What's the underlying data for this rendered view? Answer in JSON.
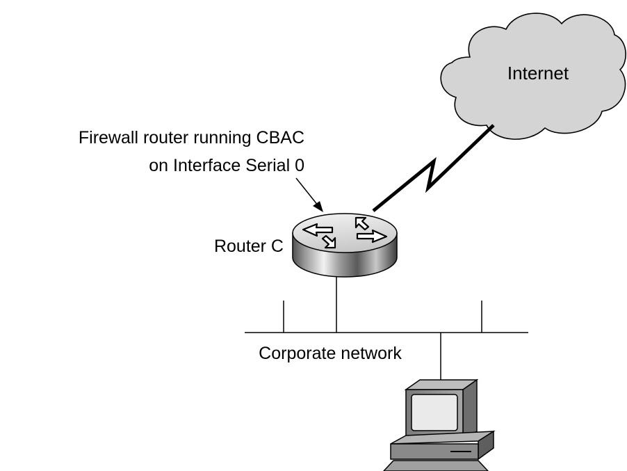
{
  "labels": {
    "internet": "Internet",
    "firewall_line1": "Firewall router running CBAC",
    "firewall_line2": "on Interface Serial 0",
    "router": "Router C",
    "network": "Corporate network"
  },
  "nodes": {
    "internet": {
      "icon": "cloud-icon"
    },
    "router": {
      "icon": "router-icon"
    },
    "workstation": {
      "icon": "workstation-icon"
    }
  },
  "links": [
    {
      "from": "router",
      "to": "internet",
      "kind": "serial-wan"
    },
    {
      "from": "router",
      "to": "corporate-network",
      "kind": "lan"
    },
    {
      "from": "workstation",
      "to": "corporate-network",
      "kind": "lan"
    }
  ],
  "colors": {
    "cloud_fill": "#d4d4d4",
    "router_top": "#e6e6e6",
    "line": "#000000"
  }
}
